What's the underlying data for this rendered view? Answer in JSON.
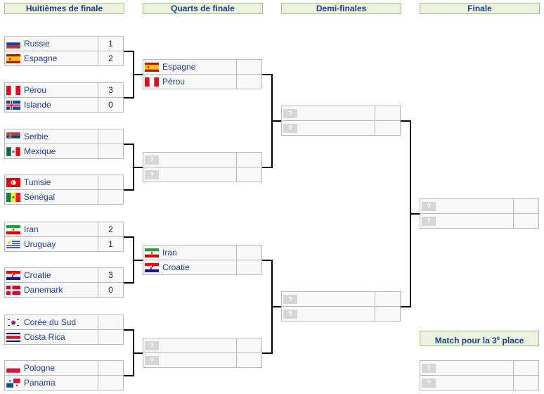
{
  "headers": {
    "r16": "Huitièmes de finale",
    "qf": "Quarts de finale",
    "sf": "Demi-finales",
    "final": "Finale"
  },
  "third_place": {
    "label": "Match pour la 3",
    "sup": "e",
    "suffix": " place"
  },
  "unknown_glyph": "?",
  "r16": [
    {
      "teams": [
        {
          "name": "Russie",
          "flag": "russia-flag",
          "score": "1"
        },
        {
          "name": "Espagne",
          "flag": "spain-flag",
          "score": "2"
        }
      ]
    },
    {
      "teams": [
        {
          "name": "Pérou",
          "flag": "peru-flag",
          "score": "3"
        },
        {
          "name": "Islande",
          "flag": "iceland-flag",
          "score": "0"
        }
      ]
    },
    {
      "teams": [
        {
          "name": "Serbie",
          "flag": "serbia-flag",
          "score": ""
        },
        {
          "name": "Mexique",
          "flag": "mexico-flag",
          "score": ""
        }
      ]
    },
    {
      "teams": [
        {
          "name": "Tunisie",
          "flag": "tunisia-flag",
          "score": ""
        },
        {
          "name": "Sénégal",
          "flag": "senegal-flag",
          "score": ""
        }
      ]
    },
    {
      "teams": [
        {
          "name": "Iran",
          "flag": "iran-flag",
          "score": "2"
        },
        {
          "name": "Uruguay",
          "flag": "uruguay-flag",
          "score": "1"
        }
      ]
    },
    {
      "teams": [
        {
          "name": "Croatie",
          "flag": "croatia-flag",
          "score": "3"
        },
        {
          "name": "Danemark",
          "flag": "denmark-flag",
          "score": "0"
        }
      ]
    },
    {
      "teams": [
        {
          "name": "Corée du Sud",
          "flag": "south-korea-flag",
          "score": ""
        },
        {
          "name": "Costa Rica",
          "flag": "costa-rica-flag",
          "score": ""
        }
      ]
    },
    {
      "teams": [
        {
          "name": "Pologne",
          "flag": "poland-flag",
          "score": ""
        },
        {
          "name": "Panama",
          "flag": "panama-flag",
          "score": ""
        }
      ]
    }
  ],
  "qf": [
    {
      "teams": [
        {
          "name": "Espagne",
          "flag": "spain-flag",
          "score": ""
        },
        {
          "name": "Pérou",
          "flag": "peru-flag",
          "score": ""
        }
      ]
    },
    {
      "teams": [
        {
          "name": "",
          "flag": "unknown",
          "score": ""
        },
        {
          "name": "",
          "flag": "unknown",
          "score": ""
        }
      ]
    },
    {
      "teams": [
        {
          "name": "Iran",
          "flag": "iran-flag",
          "score": ""
        },
        {
          "name": "Croatie",
          "flag": "croatia-flag",
          "score": ""
        }
      ]
    },
    {
      "teams": [
        {
          "name": "",
          "flag": "unknown",
          "score": ""
        },
        {
          "name": "",
          "flag": "unknown",
          "score": ""
        }
      ]
    }
  ],
  "sf": [
    {
      "teams": [
        {
          "name": "",
          "flag": "unknown",
          "score": ""
        },
        {
          "name": "",
          "flag": "unknown",
          "score": ""
        }
      ]
    },
    {
      "teams": [
        {
          "name": "",
          "flag": "unknown",
          "score": ""
        },
        {
          "name": "",
          "flag": "unknown",
          "score": ""
        }
      ]
    }
  ],
  "final": [
    {
      "teams": [
        {
          "name": "",
          "flag": "unknown",
          "score": ""
        },
        {
          "name": "",
          "flag": "unknown",
          "score": ""
        }
      ]
    }
  ],
  "third": [
    {
      "teams": [
        {
          "name": "",
          "flag": "unknown",
          "score": ""
        },
        {
          "name": "",
          "flag": "unknown",
          "score": ""
        }
      ]
    }
  ]
}
